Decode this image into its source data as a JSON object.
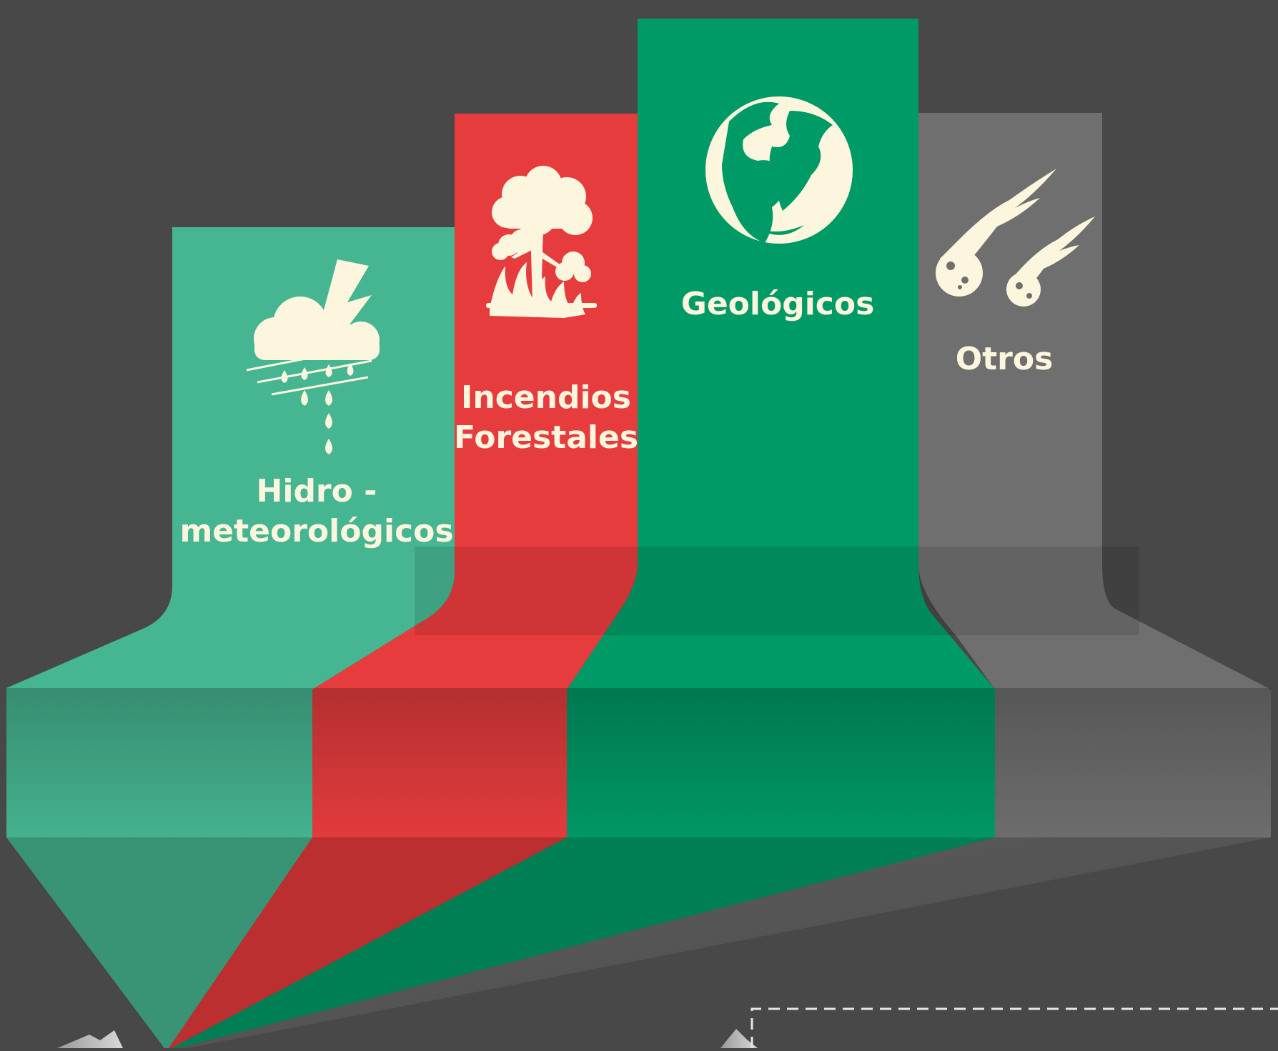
{
  "colors": {
    "background": "#484848",
    "hydro": "#46b591",
    "fire": "#e73c3e",
    "geo": "#009a66",
    "other": "#6f6f6f",
    "icon_cream": "#fcf6de"
  },
  "categories": [
    {
      "id": "hydro",
      "title_lines": [
        "Hidro -",
        "meteorológicos"
      ],
      "icon": "storm-cloud-icon"
    },
    {
      "id": "fire",
      "title_lines": [
        "Incendios",
        "Forestales"
      ],
      "icon": "forest-fire-icon"
    },
    {
      "id": "geo",
      "title_lines": [
        "Geológicos"
      ],
      "icon": "earth-globe-icon"
    },
    {
      "id": "other",
      "title_lines": [
        "Otros"
      ],
      "icon": "meteorites-icon"
    }
  ]
}
